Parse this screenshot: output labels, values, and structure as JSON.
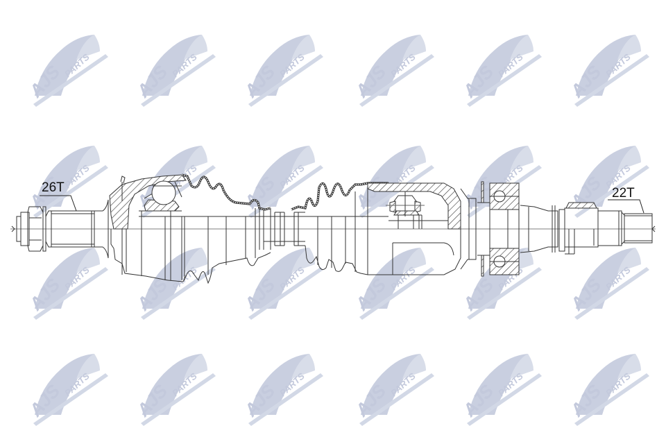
{
  "diagram": {
    "subject": "CV drive shaft technical drawing",
    "labels": {
      "left_spline": "26T",
      "right_spline": "22T"
    },
    "colors": {
      "background": "#ffffff",
      "line": "#333333",
      "hatch": "#444444",
      "watermark": "#c9cfe0",
      "watermark_light": "#e2e6f0"
    }
  },
  "watermark": {
    "brand_big": "AJS",
    "brand_small": "PARTS",
    "grid": {
      "columns": [
        40,
        195,
        350,
        510,
        665,
        820
      ],
      "rows": [
        28,
        188,
        335,
        488
      ]
    }
  }
}
